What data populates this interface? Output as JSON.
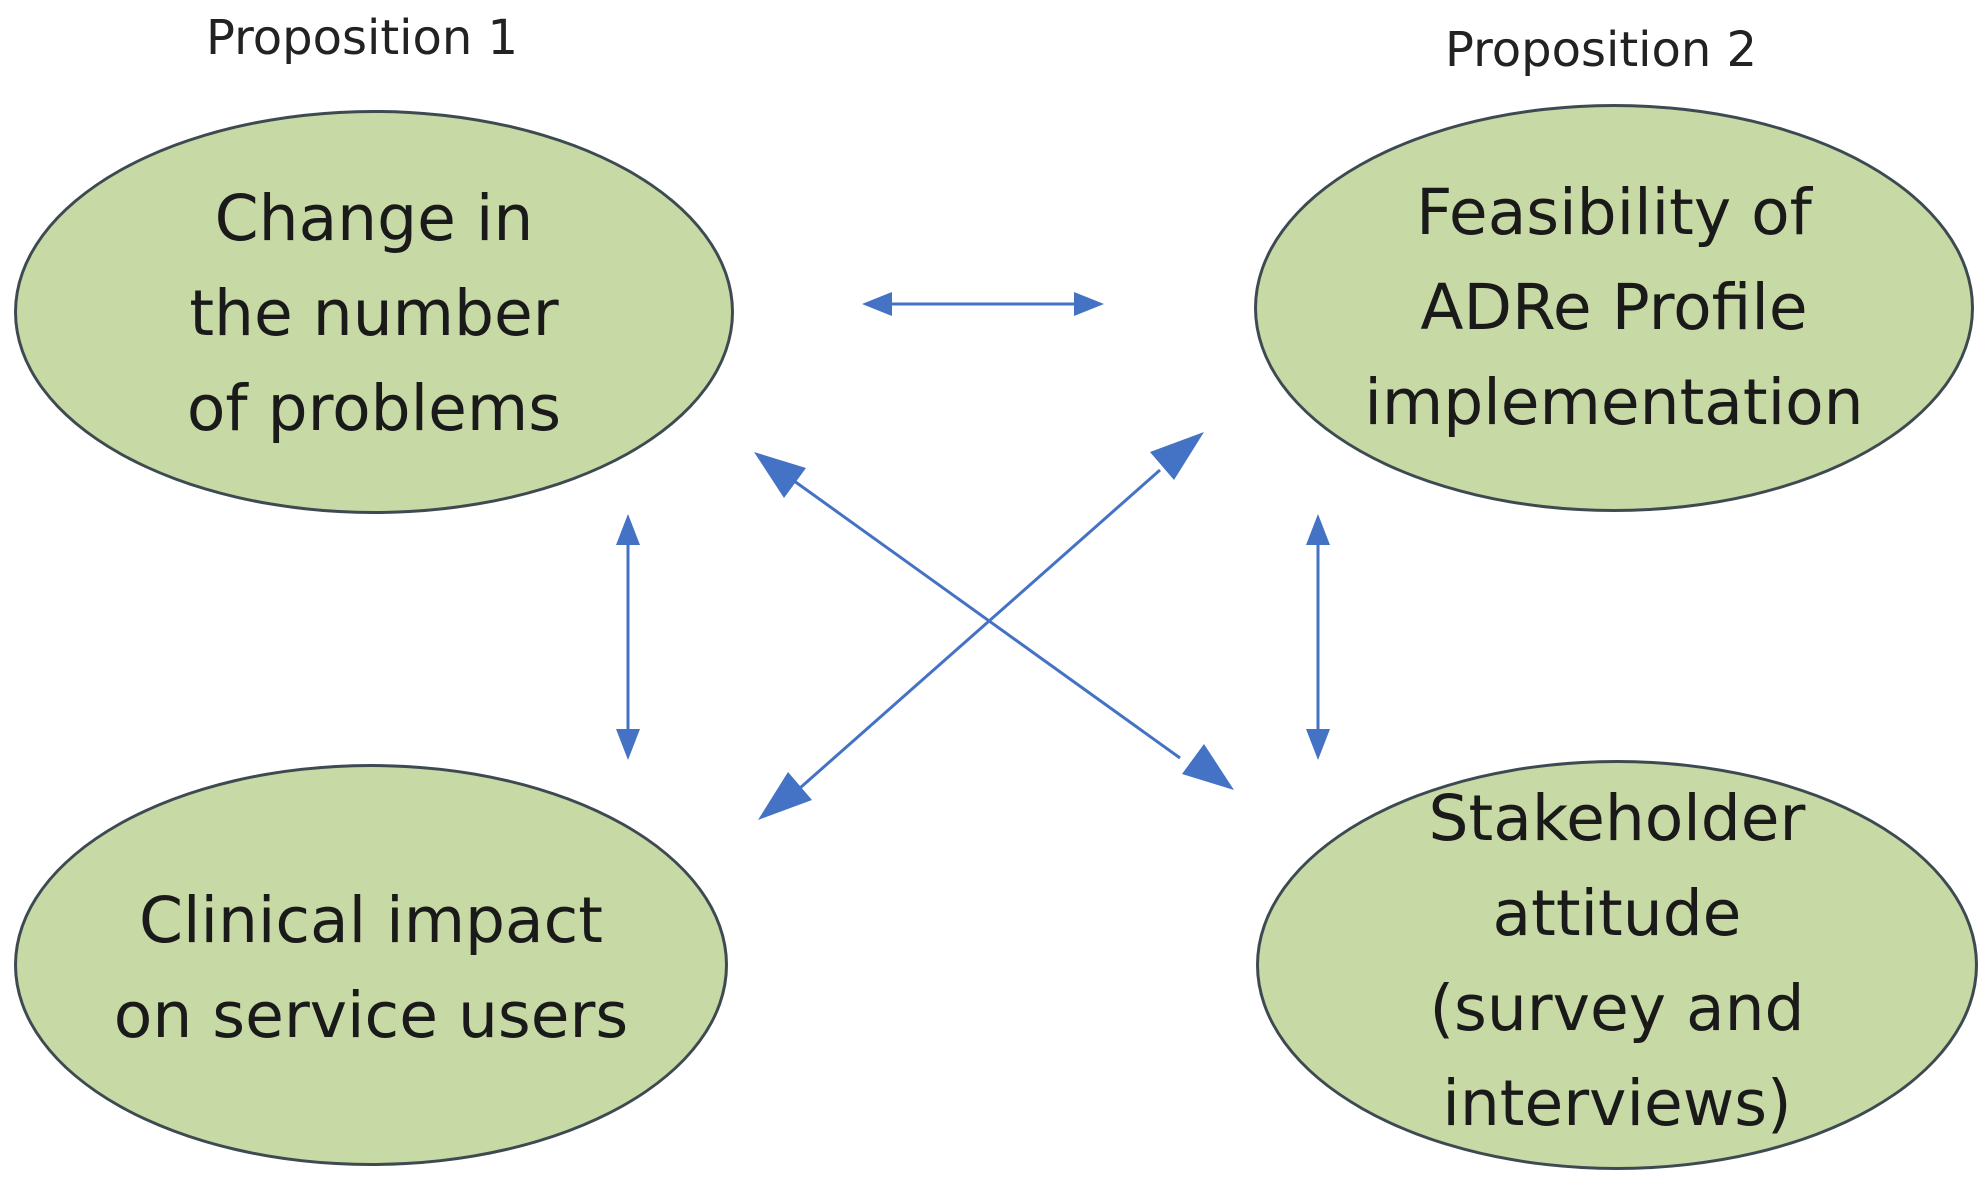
{
  "diagram": {
    "propositions": {
      "left": "Proposition 1",
      "right": "Proposition 2"
    },
    "nodes": {
      "change": {
        "lines": [
          "Change in",
          "the number",
          "of problems"
        ]
      },
      "feasibility": {
        "lines": [
          "Feasibility of",
          "ADRe Profile",
          "implementation"
        ]
      },
      "clinical": {
        "lines": [
          "Clinical impact",
          "on service users"
        ]
      },
      "stakeholder": {
        "lines": [
          "Stakeholder",
          "attitude",
          "(survey and",
          "interviews)"
        ]
      }
    },
    "colors": {
      "node_fill": "#c7d9a4",
      "node_border": "#3e4a52",
      "arrow": "#4472c4"
    },
    "connections": [
      {
        "from": "change",
        "to": "feasibility",
        "type": "bidirectional"
      },
      {
        "from": "change",
        "to": "clinical",
        "type": "bidirectional"
      },
      {
        "from": "feasibility",
        "to": "stakeholder",
        "type": "bidirectional"
      },
      {
        "from": "change",
        "to": "stakeholder",
        "type": "bidirectional"
      },
      {
        "from": "feasibility",
        "to": "clinical",
        "type": "bidirectional"
      }
    ]
  }
}
